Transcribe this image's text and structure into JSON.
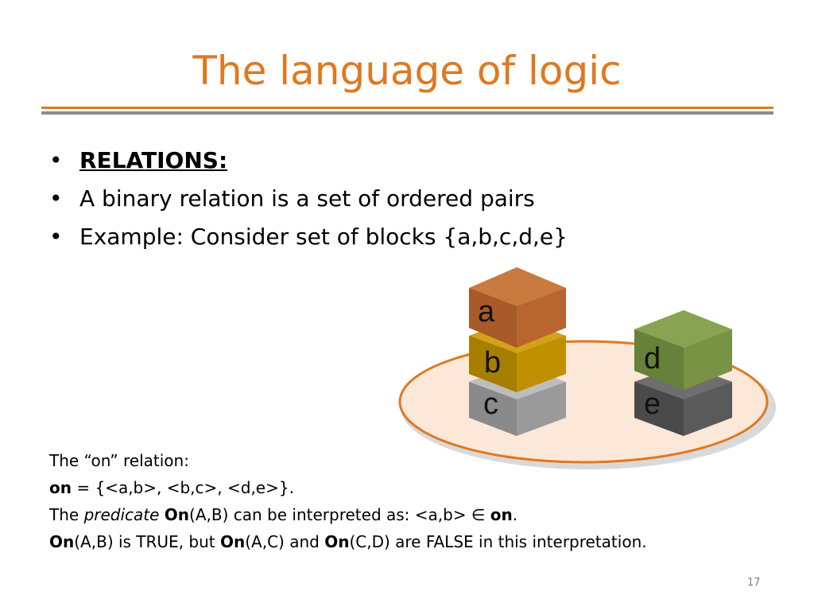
{
  "slide": {
    "title": "The language of logic",
    "page_number": "17"
  },
  "bullets": {
    "heading": "RELATIONS:",
    "line2": "A binary relation is a set of ordered pairs",
    "line3": "Example:  Consider set of blocks {a,b,c,d,e}"
  },
  "blocks": {
    "a": "a",
    "b": "b",
    "c": "c",
    "d": "d",
    "e": "e"
  },
  "colors": {
    "title": "#e0781f",
    "table_fill": "#fce8d8",
    "block_a": "#c06a35",
    "block_b": "#c09000",
    "block_c": "#9a9a9a",
    "block_d": "#779343",
    "block_e": "#5a5a5a"
  },
  "body": {
    "l1": "The “on” relation:",
    "l2_bold": "on",
    "l2_rest": " = {<a,b>, <b,c>, <d,e>}.",
    "l3_a": "The ",
    "l3_italic": "predicate",
    "l3_b": " ",
    "l3_bold": "On",
    "l3_c": "(A,B) can be interpreted as: <a,b> ∈ ",
    "l3_bold2": "on",
    "l3_d": ".",
    "l4_bold1": "On",
    "l4_a": "(A,B) is TRUE, but  ",
    "l4_bold2": "On",
    "l4_b": "(A,C) and ",
    "l4_bold3": "On",
    "l4_c": "(C,D) are FALSE in this interpretation."
  }
}
